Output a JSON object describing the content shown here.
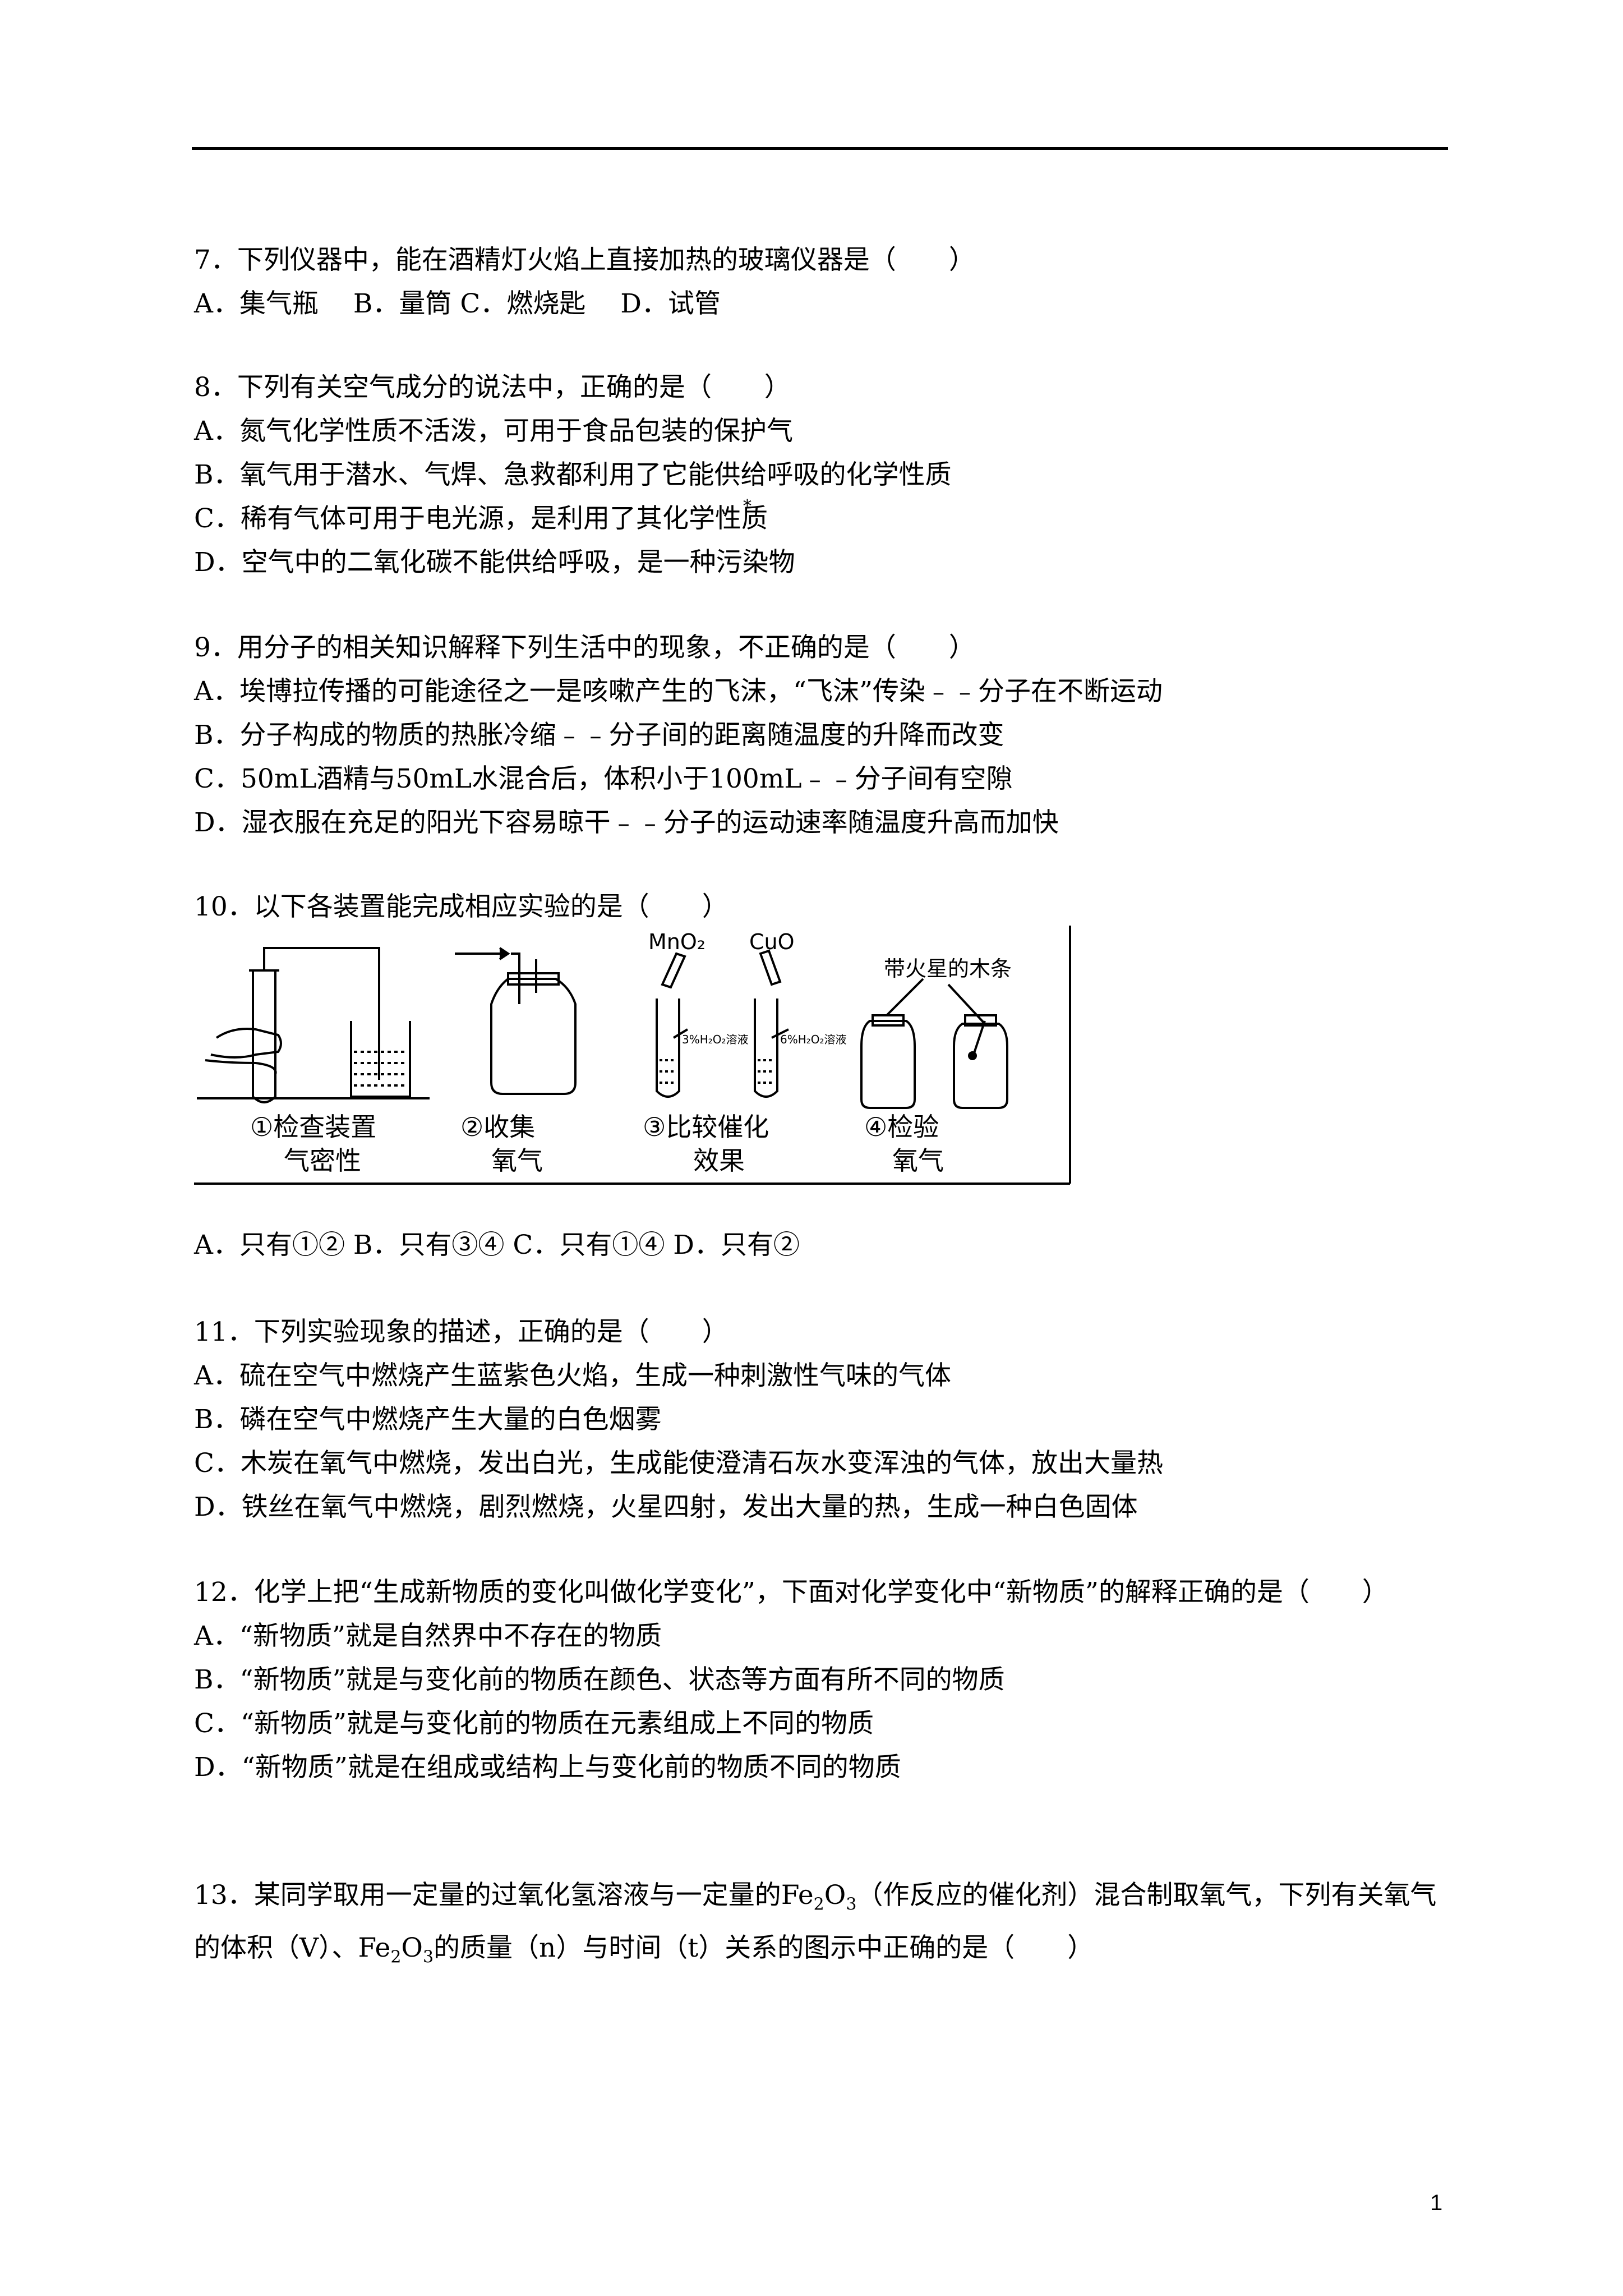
{
  "questions": [
    {
      "stem": "7．下列仪器中，能在酒精灯火焰上直接加热的玻璃仪器是（　　）",
      "options": [
        "A．集气瓶　 B．量筒 C．燃烧匙　 D．试管"
      ]
    },
    {
      "stem": "8．下列有关空气成分的说法中，正确的是（　　）",
      "options": [
        "A．氮气化学性质不活泼，可用于食品包装的保护气",
        "B．氧气用于潜水、气焊、急救都利用了它能供给呼吸的化学性质",
        "C．稀有气体可用于电光源，是利用了其化学性质",
        "D．空气中的二氧化碳不能供给呼吸，是一种污染物"
      ]
    },
    {
      "stem": "9．用分子的相关知识解释下列生活中的现象，不正确的是（　　）",
      "options": [
        "A．埃博拉传播的可能途径之一是咳嗽产生的飞沫，“飞沫”传染﹣﹣分子在不断运动",
        "B．分子构成的物质的热胀冷缩﹣﹣分子间的距离随温度的升降而改变",
        "C．50mL酒精与50mL水混合后，体积小于100mL﹣﹣分子间有空隙",
        "D．湿衣服在充足的阳光下容易晾干﹣﹣分子的运动速率随温度升高而加快"
      ]
    },
    {
      "stem": "10．以下各装置能完成相应实验的是（　　）",
      "options": [
        "A．只有①② B．只有③④ C．只有①④ D．只有②"
      ]
    },
    {
      "stem": "11．下列实验现象的描述，正确的是（　　）",
      "options": [
        "A．硫在空气中燃烧产生蓝紫色火焰，生成一种刺激性气味的气体",
        "B．磷在空气中燃烧产生大量的白色烟雾",
        "C．木炭在氧气中燃烧，发出白光，生成能使澄清石灰水变浑浊的气体，放出大量热",
        "D．铁丝在氧气中燃烧，剧烈燃烧，火星四射，发出大量的热，生成一种白色固体"
      ]
    },
    {
      "stem": "12．化学上把“生成新物质的变化叫做化学变化”，下面对化学变化中“新物质”的解释正确的是（　　）",
      "options": [
        "A．“新物质”就是自然界中不存在的物质",
        "B．“新物质”就是与变化前的物质在颜色、状态等方面有所不同的物质",
        "C．“新物质”就是与变化前的物质在元素组成上不同的物质",
        "D．“新物质”就是在组成或结构上与变化前的物质不同的物质"
      ]
    },
    {
      "stem_parts": [
        "13．某同学取用一定量的过氧化氢溶液与一定量的",
        "Fe",
        "2",
        "O",
        "3",
        "（作反应的催化剂）混合制取氧气，下列有关氧气的体积（V）、",
        "Fe",
        "2",
        "O",
        "3",
        "的质量（n）与时间（t）关系的图示中正确的是（　　）"
      ]
    }
  ],
  "figure": {
    "top_labels": [
      "MnO₂",
      "CuO",
      "带火星的木条"
    ],
    "tube_labels": [
      "3%H₂O₂溶液",
      "6%H₂O₂溶液"
    ],
    "captions": [
      [
        "①检查装置",
        "气密性"
      ],
      [
        "②收集",
        "氧气"
      ],
      [
        "③比较催化",
        "效果"
      ],
      [
        "④检验",
        "氧气"
      ]
    ]
  },
  "page_number": "1"
}
